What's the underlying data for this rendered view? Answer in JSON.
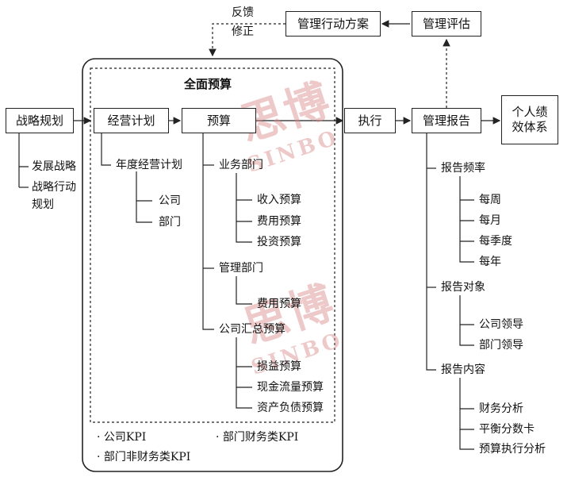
{
  "nodes": {
    "strategy_plan": "战略规划",
    "business_plan": "经营计划",
    "budget": "预算",
    "execute": "执行",
    "mgmt_report": "管理报告",
    "perf_system": "个人绩效体系",
    "mgmt_eval": "管理评估",
    "mgmt_action": "管理行动方案"
  },
  "feedback": [
    "反馈",
    "修正"
  ],
  "panel_title": "全面预算",
  "strategy_children": [
    "发展战略",
    "战略行动",
    "规划"
  ],
  "annual_plan": "年度经营计划",
  "annual_children": [
    "公司",
    "部门"
  ],
  "business_dept": "业务部门",
  "business_dept_items": [
    "收入预算",
    "费用预算",
    "投资预算"
  ],
  "mgmt_dept": "管理部门",
  "mgmt_dept_items": [
    "费用预算"
  ],
  "company_summary": "公司汇总预算",
  "company_summary_items": [
    "损益预算",
    "现金流量预算",
    "资产负债预算"
  ],
  "kpis": [
    "· 公司KPI",
    "· 部门财务类KPI",
    "· 部门非财务类KPI"
  ],
  "report_frequency": "报告频率",
  "frequency_items": [
    "每周",
    "每月",
    "每季度",
    "每年"
  ],
  "report_audience": "报告对象",
  "audience_items": [
    "公司领导",
    "部门领导"
  ],
  "report_content": "报告内容",
  "content_items": [
    "财务分析",
    "平衡分数卡",
    "预算执行分析"
  ],
  "watermark": {
    "cn": "思博",
    "en": "SINBO",
    "color": "#d98a8a"
  }
}
